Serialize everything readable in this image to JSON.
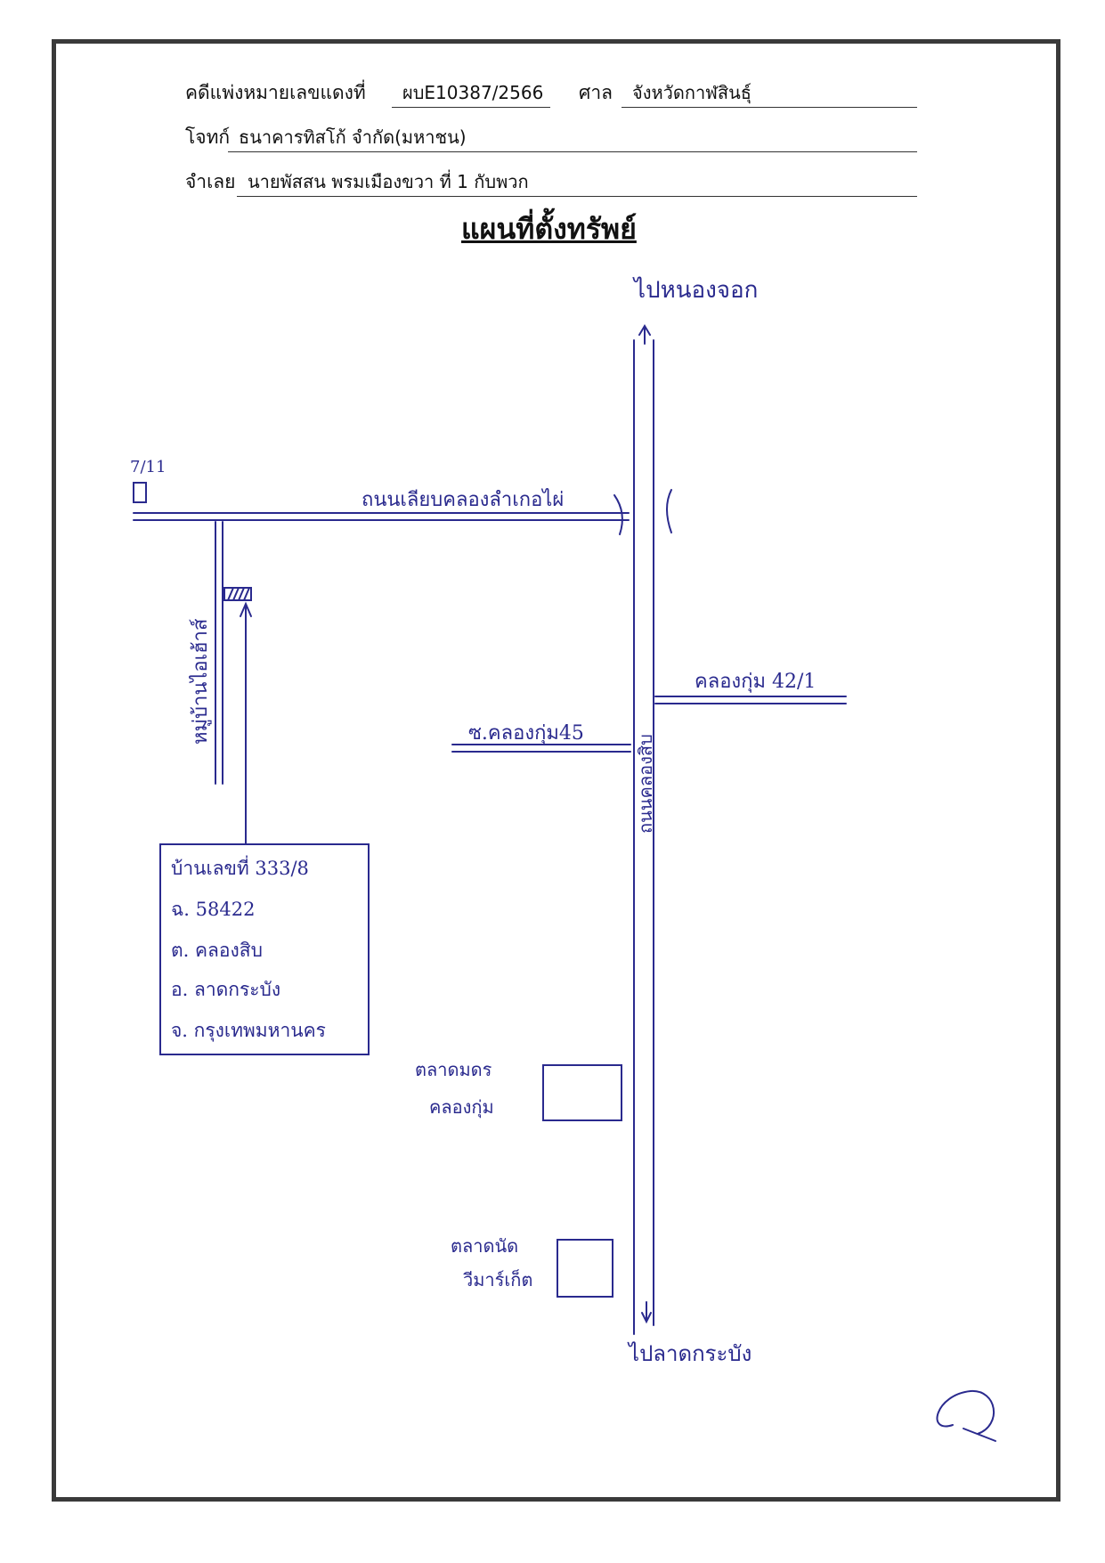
{
  "header": {
    "case_label": "คดีแพ่งหมายเลขแดงที่",
    "case_no": "ผบE10387/2566",
    "court_label": "ศาล",
    "court_name": "จังหวัดกาฬสินธุ์",
    "plaintiff_label": "โจทก์",
    "plaintiff": "ธนาคารทิสโก้ จำกัด(มหาชน)",
    "defendant_label": "จำเลย",
    "defendant": "นายพัสสน พรมเมืองขวา ที่ 1 กับพวก"
  },
  "title": "แผนที่ตั้งทรัพย์",
  "map": {
    "north_label": "ไปหนองจอก",
    "south_label": "ไปลาดกระบัง",
    "store_label": "7/11",
    "road_top": "ถนนเลียบคลองลำเกอไผ่",
    "village": "หมู่บ้านไอเฮ้าส์",
    "main_road": "ถนนคลองสิบ",
    "soi_right": "คลองกุ่ม 42/1",
    "soi_left": "ซ.คลองกุ่ม45",
    "market1_line1": "ตลาดมดร",
    "market1_line2": "คลองกุ่ม",
    "market2_line1": "ตลาดนัด",
    "market2_line2": "วีมาร์เก็ต",
    "property_box": {
      "line1": "บ้านเลขที่ 333/8",
      "line2": "ฉ. 58422",
      "line3": "ต. คลองสิบ",
      "line4": "อ. ลาดกระบัง",
      "line5": "จ. กรุงเทพมหานคร"
    },
    "ink_color": "#2a2a8e",
    "frame_color": "#3a3a3a"
  }
}
